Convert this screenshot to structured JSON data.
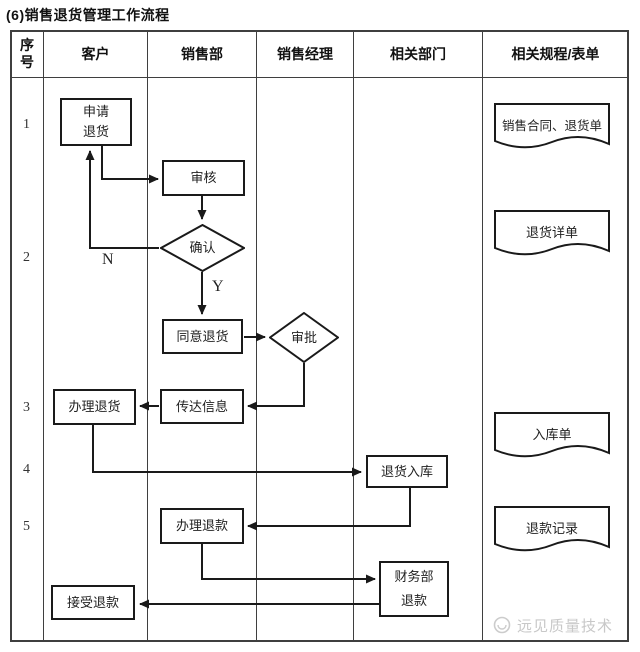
{
  "title": "(6)销售退货管理工作流程",
  "table": {
    "headers": [
      "序号",
      "客户",
      "销售部",
      "销售经理",
      "相关部门",
      "相关规程/表单"
    ],
    "row_numbers": [
      "1",
      "2",
      "3",
      "4",
      "5"
    ]
  },
  "flowchart": {
    "nodes": {
      "apply_return": "申请\n退货",
      "review": "审核",
      "confirm": "确认",
      "agree_return": "同意退货",
      "approve": "审批",
      "convey_info": "传达信息",
      "handle_return": "办理退货",
      "return_warehouse": "退货入库",
      "handle_refund": "办理退款",
      "finance_refund": "财务部\n退款",
      "accept_refund": "接受退款"
    },
    "branch_labels": {
      "no": "N",
      "yes": "Y"
    }
  },
  "documents": [
    "销售合同、退货单",
    "退货详单",
    "入库单",
    "退款记录"
  ],
  "watermark": {
    "text": "远见质量技术"
  },
  "colors": {
    "line": "#1a1a1a",
    "grid": "#3f3f3f",
    "watermark": "#c8c8c8",
    "background": "#ffffff"
  }
}
